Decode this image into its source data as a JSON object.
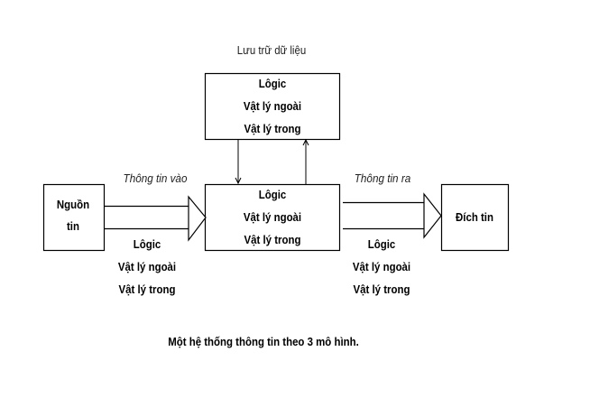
{
  "storage_label": "Lưu trữ dữ liệu",
  "models": [
    "Lôgic",
    "Vật lý ngoài",
    "Vật lý trong"
  ],
  "source": {
    "line1": "Nguồn",
    "line2": "tin"
  },
  "destination": "Đích tin",
  "input_flow": "Thông tin vào",
  "output_flow": "Thông tin ra",
  "caption": "Một hệ thống thông tin theo 3 mô hình."
}
